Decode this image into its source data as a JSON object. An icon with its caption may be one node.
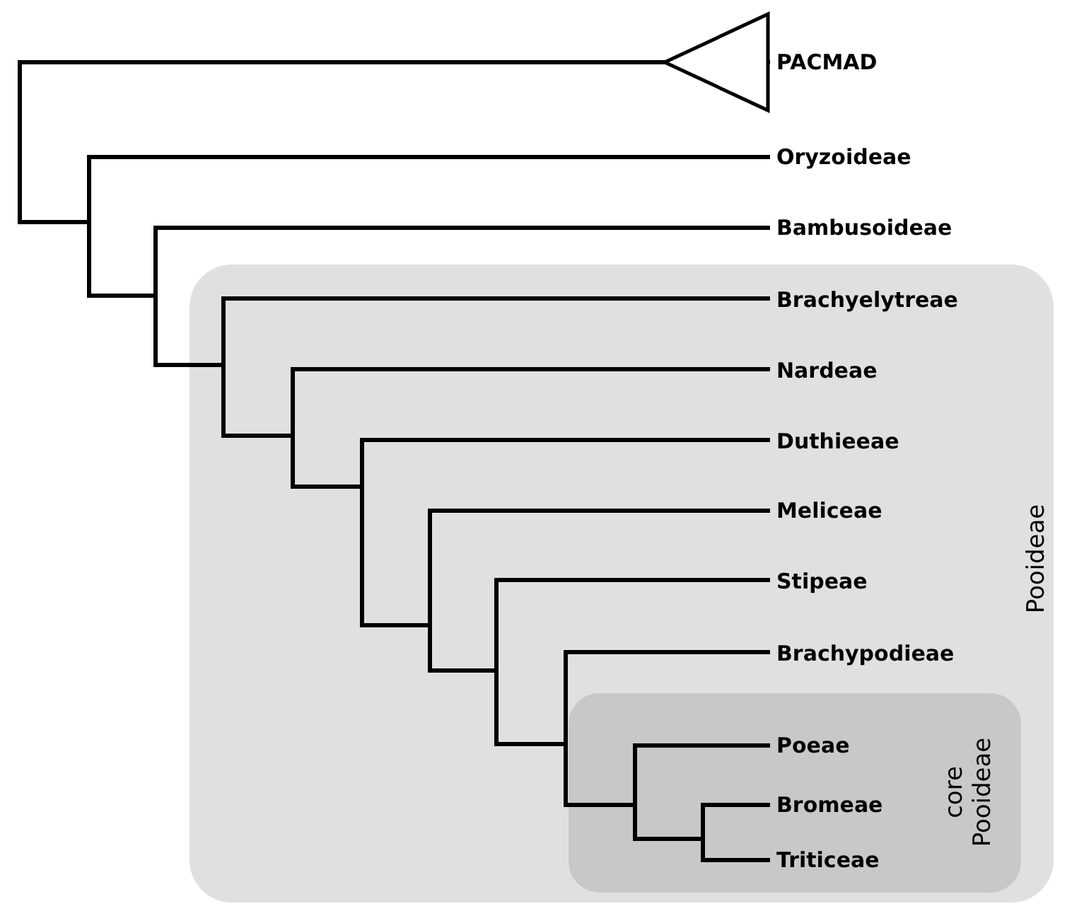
{
  "diagram": {
    "nodes": [
      {
        "text": [
          "PACMAD"
        ]
      },
      {
        "text": [
          "Oryzoideae"
        ]
      },
      {
        "text": [
          "Bambusoideae"
        ]
      },
      {
        "text": [
          "Pooideae"
        ]
      },
      {
        "text": [
          "Brachyelytreae"
        ],
        "in": 3
      },
      {
        "text": [
          "Nardeae"
        ],
        "in": 3
      },
      {
        "text": [
          "Duthieeae"
        ],
        "in": 3
      },
      {
        "text": [
          "Meliceae"
        ],
        "in": 3
      },
      {
        "text": [
          "Stipeae"
        ],
        "in": 3
      },
      {
        "text": [
          "Brachypodieae"
        ],
        "in": 3
      },
      {
        "text": [
          "core Pooideae"
        ],
        "in": 3
      },
      {
        "text": [
          "Poeae"
        ],
        "in": 10
      },
      {
        "text": [
          "Bromeae"
        ],
        "in": 10
      },
      {
        "text": [
          "Triticeae"
        ],
        "in": 10
      }
    ]
  }
}
